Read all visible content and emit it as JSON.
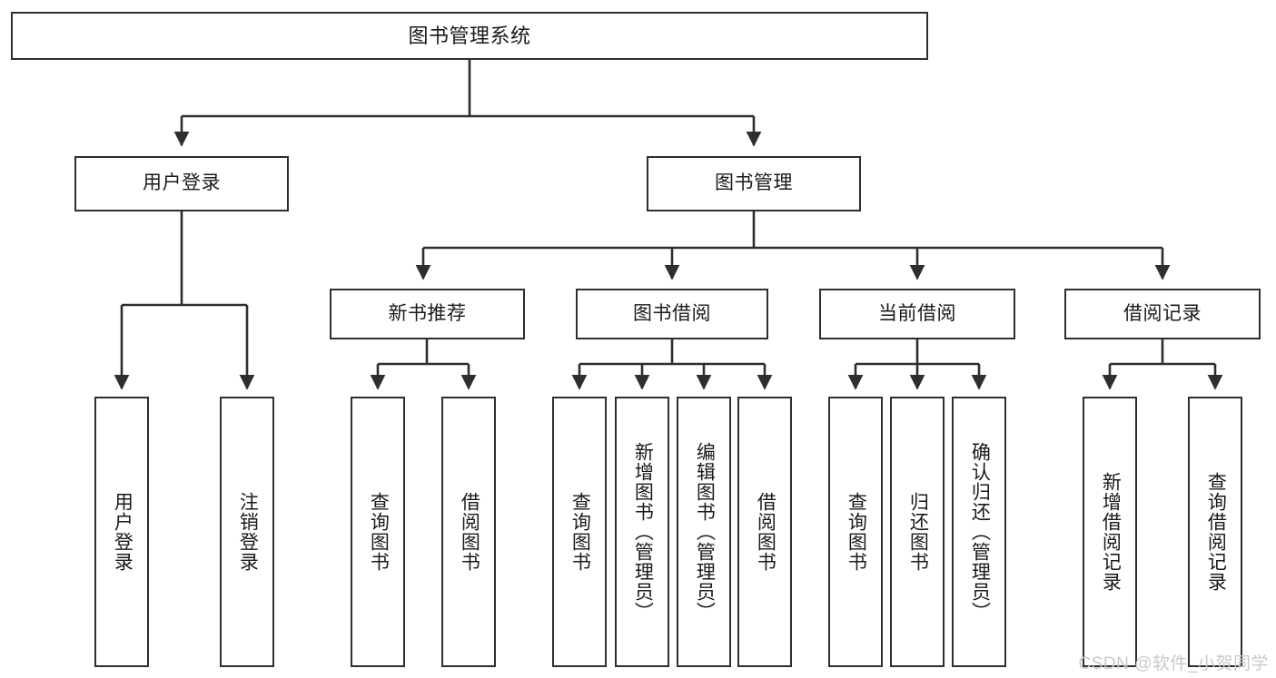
{
  "diagram": {
    "title": "图书管理系统",
    "type": "hierarchy-tree",
    "colors": {
      "box_border": "#2e2e2e",
      "box_fill": "#ffffff",
      "connector": "#2e2e2e",
      "background": "#ffffff",
      "watermark": "#c9c9c9"
    },
    "root": {
      "label": "图书管理系统"
    },
    "level2": [
      {
        "label": "用户登录"
      },
      {
        "label": "图书管理"
      }
    ],
    "level3": [
      {
        "label": "新书推荐"
      },
      {
        "label": "图书借阅"
      },
      {
        "label": "当前借阅"
      },
      {
        "label": "借阅记录"
      }
    ],
    "leaves": {
      "user_login": [
        {
          "label": "用户登录"
        },
        {
          "label": "注销登录"
        }
      ],
      "new_book_recommend": [
        {
          "label": "查询图书"
        },
        {
          "label": "借阅图书"
        }
      ],
      "book_borrow": [
        {
          "label": "查询图书"
        },
        {
          "label": "新增图书（管理员）"
        },
        {
          "label": "编辑图书（管理员）"
        },
        {
          "label": "借阅图书"
        }
      ],
      "current_borrow": [
        {
          "label": "查询图书"
        },
        {
          "label": "归还图书"
        },
        {
          "label": "确认归还（管理员）"
        }
      ],
      "borrow_record": [
        {
          "label": "新增借阅记录"
        },
        {
          "label": "查询借阅记录"
        }
      ]
    }
  },
  "watermark": {
    "text": "CSDN @软件_小贺同学"
  }
}
